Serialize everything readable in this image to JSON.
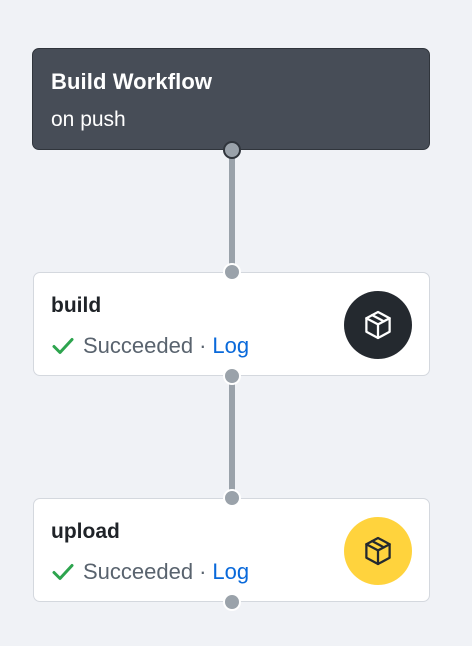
{
  "workflow": {
    "title": "Build Workflow",
    "trigger": "on push"
  },
  "jobs": [
    {
      "name": "build",
      "status": "Succeeded",
      "separator": "·",
      "log_label": "Log",
      "icon": "package-icon",
      "badge_color": "#24292f",
      "icon_color": "#ffffff"
    },
    {
      "name": "upload",
      "status": "Succeeded",
      "separator": "·",
      "log_label": "Log",
      "icon": "package-icon",
      "badge_color": "#ffd33d",
      "icon_color": "#24292f"
    }
  ],
  "colors": {
    "background": "#f0f2f6",
    "trigger_card": "#474d57",
    "success": "#2da44e",
    "link": "#0969da",
    "connector": "#9aa2aa"
  }
}
